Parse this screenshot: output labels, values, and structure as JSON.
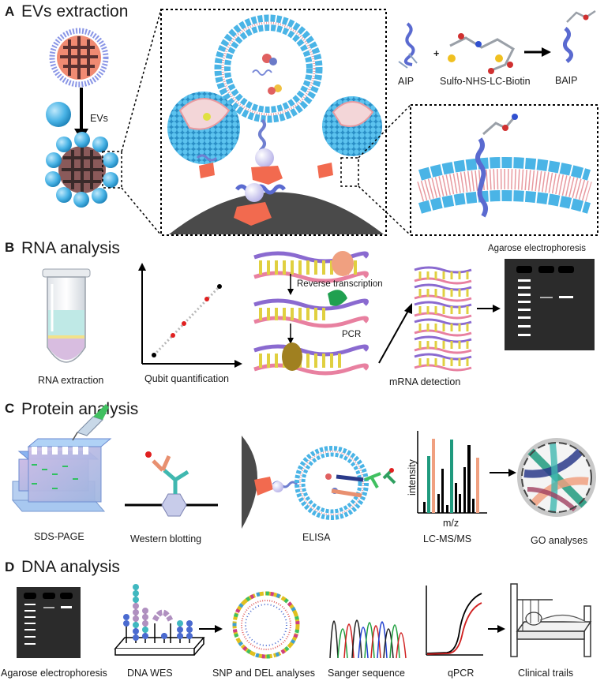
{
  "panels": {
    "a": {
      "letter": "A",
      "title": "EVs extraction",
      "evs_label": "EVs",
      "aip_label": "AIP",
      "plus": "+",
      "biotin_label": "Sulfo-NHS-LC-Biotin",
      "baip_label": "BAIP"
    },
    "b": {
      "letter": "B",
      "title": "RNA analysis",
      "rna_extraction": "RNA extraction",
      "qubit": "Qubit quantification",
      "reverse_transcription": "Reverse transcription",
      "pcr": "PCR",
      "mrna_detection": "mRNA detection",
      "agarose": "Agarose electrophoresis"
    },
    "c": {
      "letter": "C",
      "title": "Protein analysis",
      "sds_page": "SDS-PAGE",
      "western": "Western blotting",
      "elisa": "ELISA",
      "lcms": "LC-MS/MS",
      "go": "GO analyses",
      "intensity_axis": "intensity",
      "mz_axis": "m/z"
    },
    "d": {
      "letter": "D",
      "title": "DNA analysis",
      "agarose": "Agarose electrophoresis",
      "wes": "DNA WES",
      "snp": "SNP and DEL analyses",
      "sanger": "Sanger sequence",
      "qpcr": "qPCR",
      "clinical": "Clinical trails"
    }
  },
  "colors": {
    "vesicle_blue": "#4ab4e6",
    "lipid_pink": "#e89aa0",
    "peptide_purple": "#6f7fd0",
    "receptor_salmon": "#f26a4f",
    "surface_dark": "#4a4a4a",
    "gel_dark": "#2b2b2b",
    "teal": "#1f9a7e",
    "salmon_bar": "#f0a080"
  }
}
